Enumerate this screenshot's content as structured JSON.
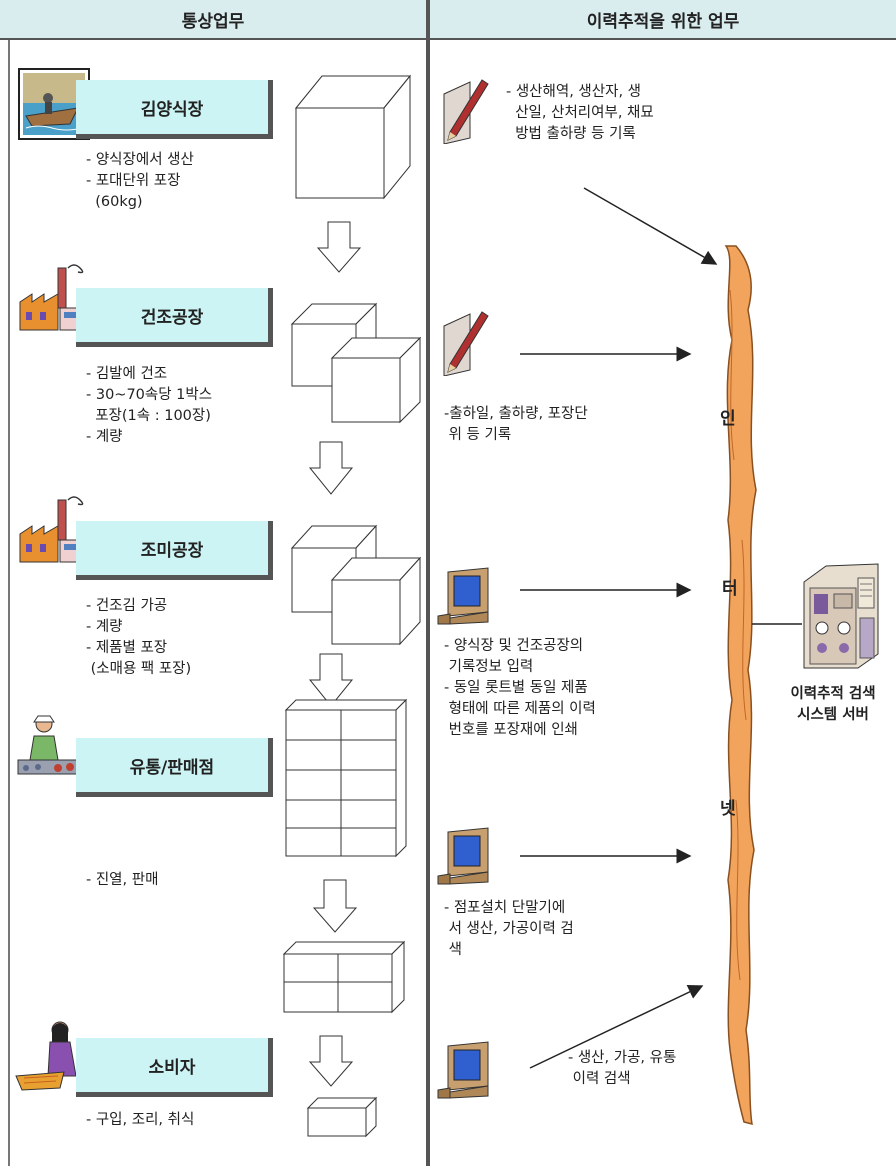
{
  "headers": {
    "left": "통상업무",
    "right": "이력추적을 위한 업무"
  },
  "stages": [
    {
      "label": "김양식장",
      "notes": "- 양식장에서 생산\n- 포대단위 포장\n  (60kg)",
      "icon": "fishing-boat-icon"
    },
    {
      "label": "건조공장",
      "notes": "- 김발에 건조\n- 30~70속당 1박스\n  포장(1속 : 100장)\n- 계량",
      "icon": "factory-icon"
    },
    {
      "label": "조미공장",
      "notes": "- 건조김 가공\n- 계량\n- 제품별 포장\n (소매용 팩 포장)",
      "icon": "factory-icon"
    },
    {
      "label": "유통/판매점",
      "notes": "- 진열, 판매",
      "icon": "market-vendor-icon"
    },
    {
      "label": "소비자",
      "notes": "- 구입, 조리, 취식",
      "icon": "consumer-cooking-icon"
    }
  ],
  "tracking": [
    {
      "text": "- 생산해역, 생산자, 생\n  산일, 산처리여부, 채묘\n  방법 출하량 등 기록",
      "icon": "pen-notepad-icon"
    },
    {
      "text": "-출하일, 출하량, 포장단\n 위 등 기록",
      "icon": "pen-notepad-icon"
    },
    {
      "text": "- 양식장 및 건조공장의\n 기록정보 입력\n- 동일 롯트별 동일 제품\n 형태에 따른 제품의 이력\n 번호를 포장재에 인쇄",
      "icon": "computer-terminal-icon"
    },
    {
      "text": "- 점포설치 단말기에\n 서 생산, 가공이력 검\n 색",
      "icon": "computer-terminal-icon"
    },
    {
      "text": "- 생산, 가공, 유통\n 이력 검색",
      "icon": "computer-terminal-icon"
    }
  ],
  "internet": {
    "chars": [
      "인",
      "터",
      "넷"
    ]
  },
  "server": {
    "label_line1": "이력추적 검색",
    "label_line2": "시스템 서버"
  }
}
